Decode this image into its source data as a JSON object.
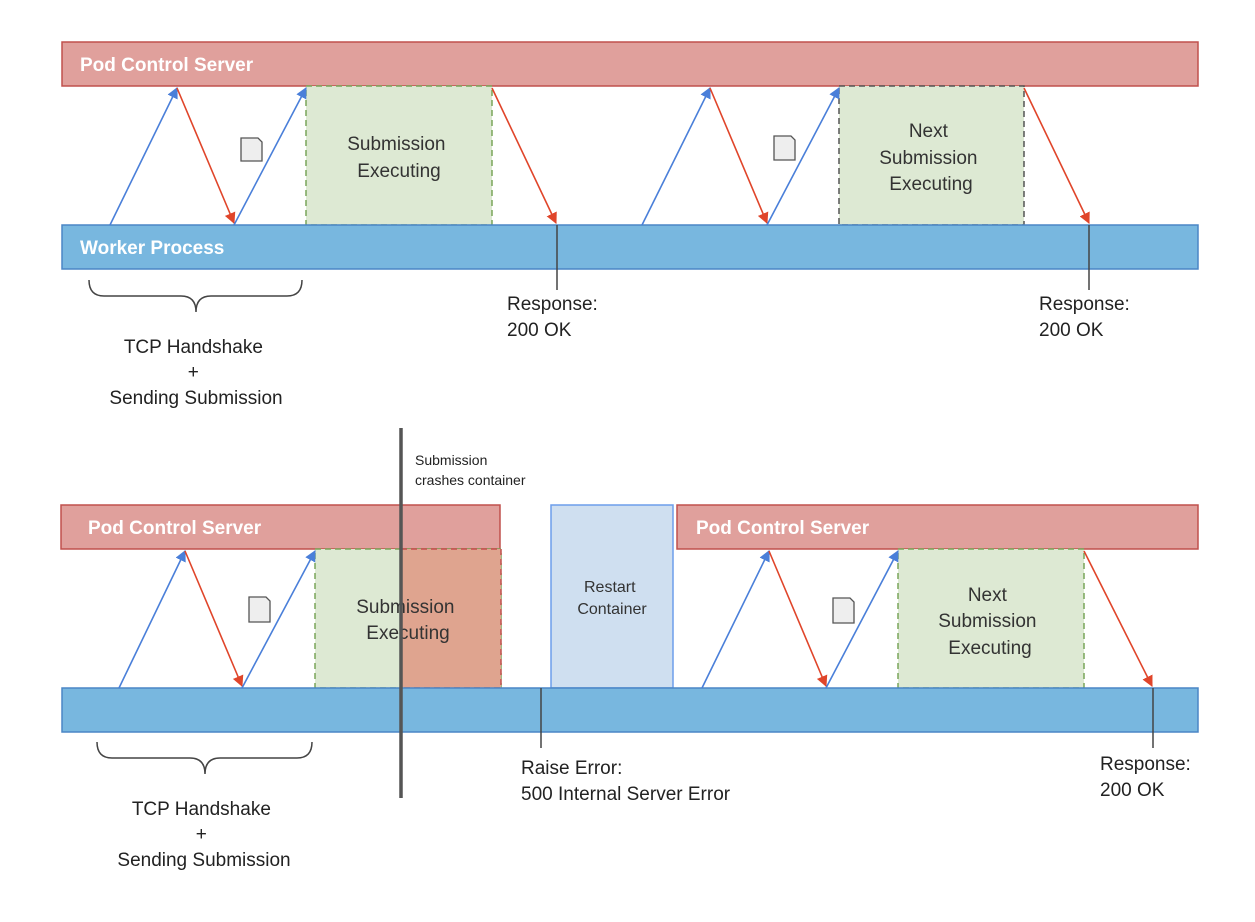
{
  "top": {
    "server_label": "Pod Control Server",
    "worker_label": "Worker Process",
    "exec1": [
      "Submission",
      "Executing"
    ],
    "exec2": [
      "Next",
      "Submission",
      "Executing"
    ],
    "response1": [
      "Response:",
      "200 OK"
    ],
    "response2": [
      "Response:",
      "200 OK"
    ],
    "handshake": [
      "TCP Handshake",
      "+",
      "Sending Submission"
    ]
  },
  "bottom": {
    "server_label_left": "Pod Control Server",
    "server_label_right": "Pod Control Server",
    "crash_note": [
      "Submission",
      "crashes container"
    ],
    "exec1": [
      "Submission",
      "Executing"
    ],
    "restart": [
      "Restart",
      "Container"
    ],
    "exec2": [
      "Next",
      "Submission",
      "Executing"
    ],
    "error": [
      "Raise Error:",
      "500 Internal Server Error"
    ],
    "response": [
      "Response:",
      "200 OK"
    ],
    "handshake": [
      "TCP Handshake",
      "+",
      "Sending Submission"
    ]
  },
  "colors": {
    "server": "#e0a09c",
    "server_border": "#c0504d",
    "worker": "#78b7df",
    "worker_border": "#4a86c5",
    "exec_fill": "#dde9d3",
    "exec_border": "#7aa55a",
    "crash_fill": "#dfa48f",
    "restart_fill": "#cfdff0",
    "restart_border": "#6d9eeb",
    "arrow_blue": "#4a7fd9",
    "arrow_red": "#e0452a",
    "doc_fill": "#eeeeee",
    "doc_border": "#555555"
  },
  "icons": [
    "document-icon"
  ]
}
